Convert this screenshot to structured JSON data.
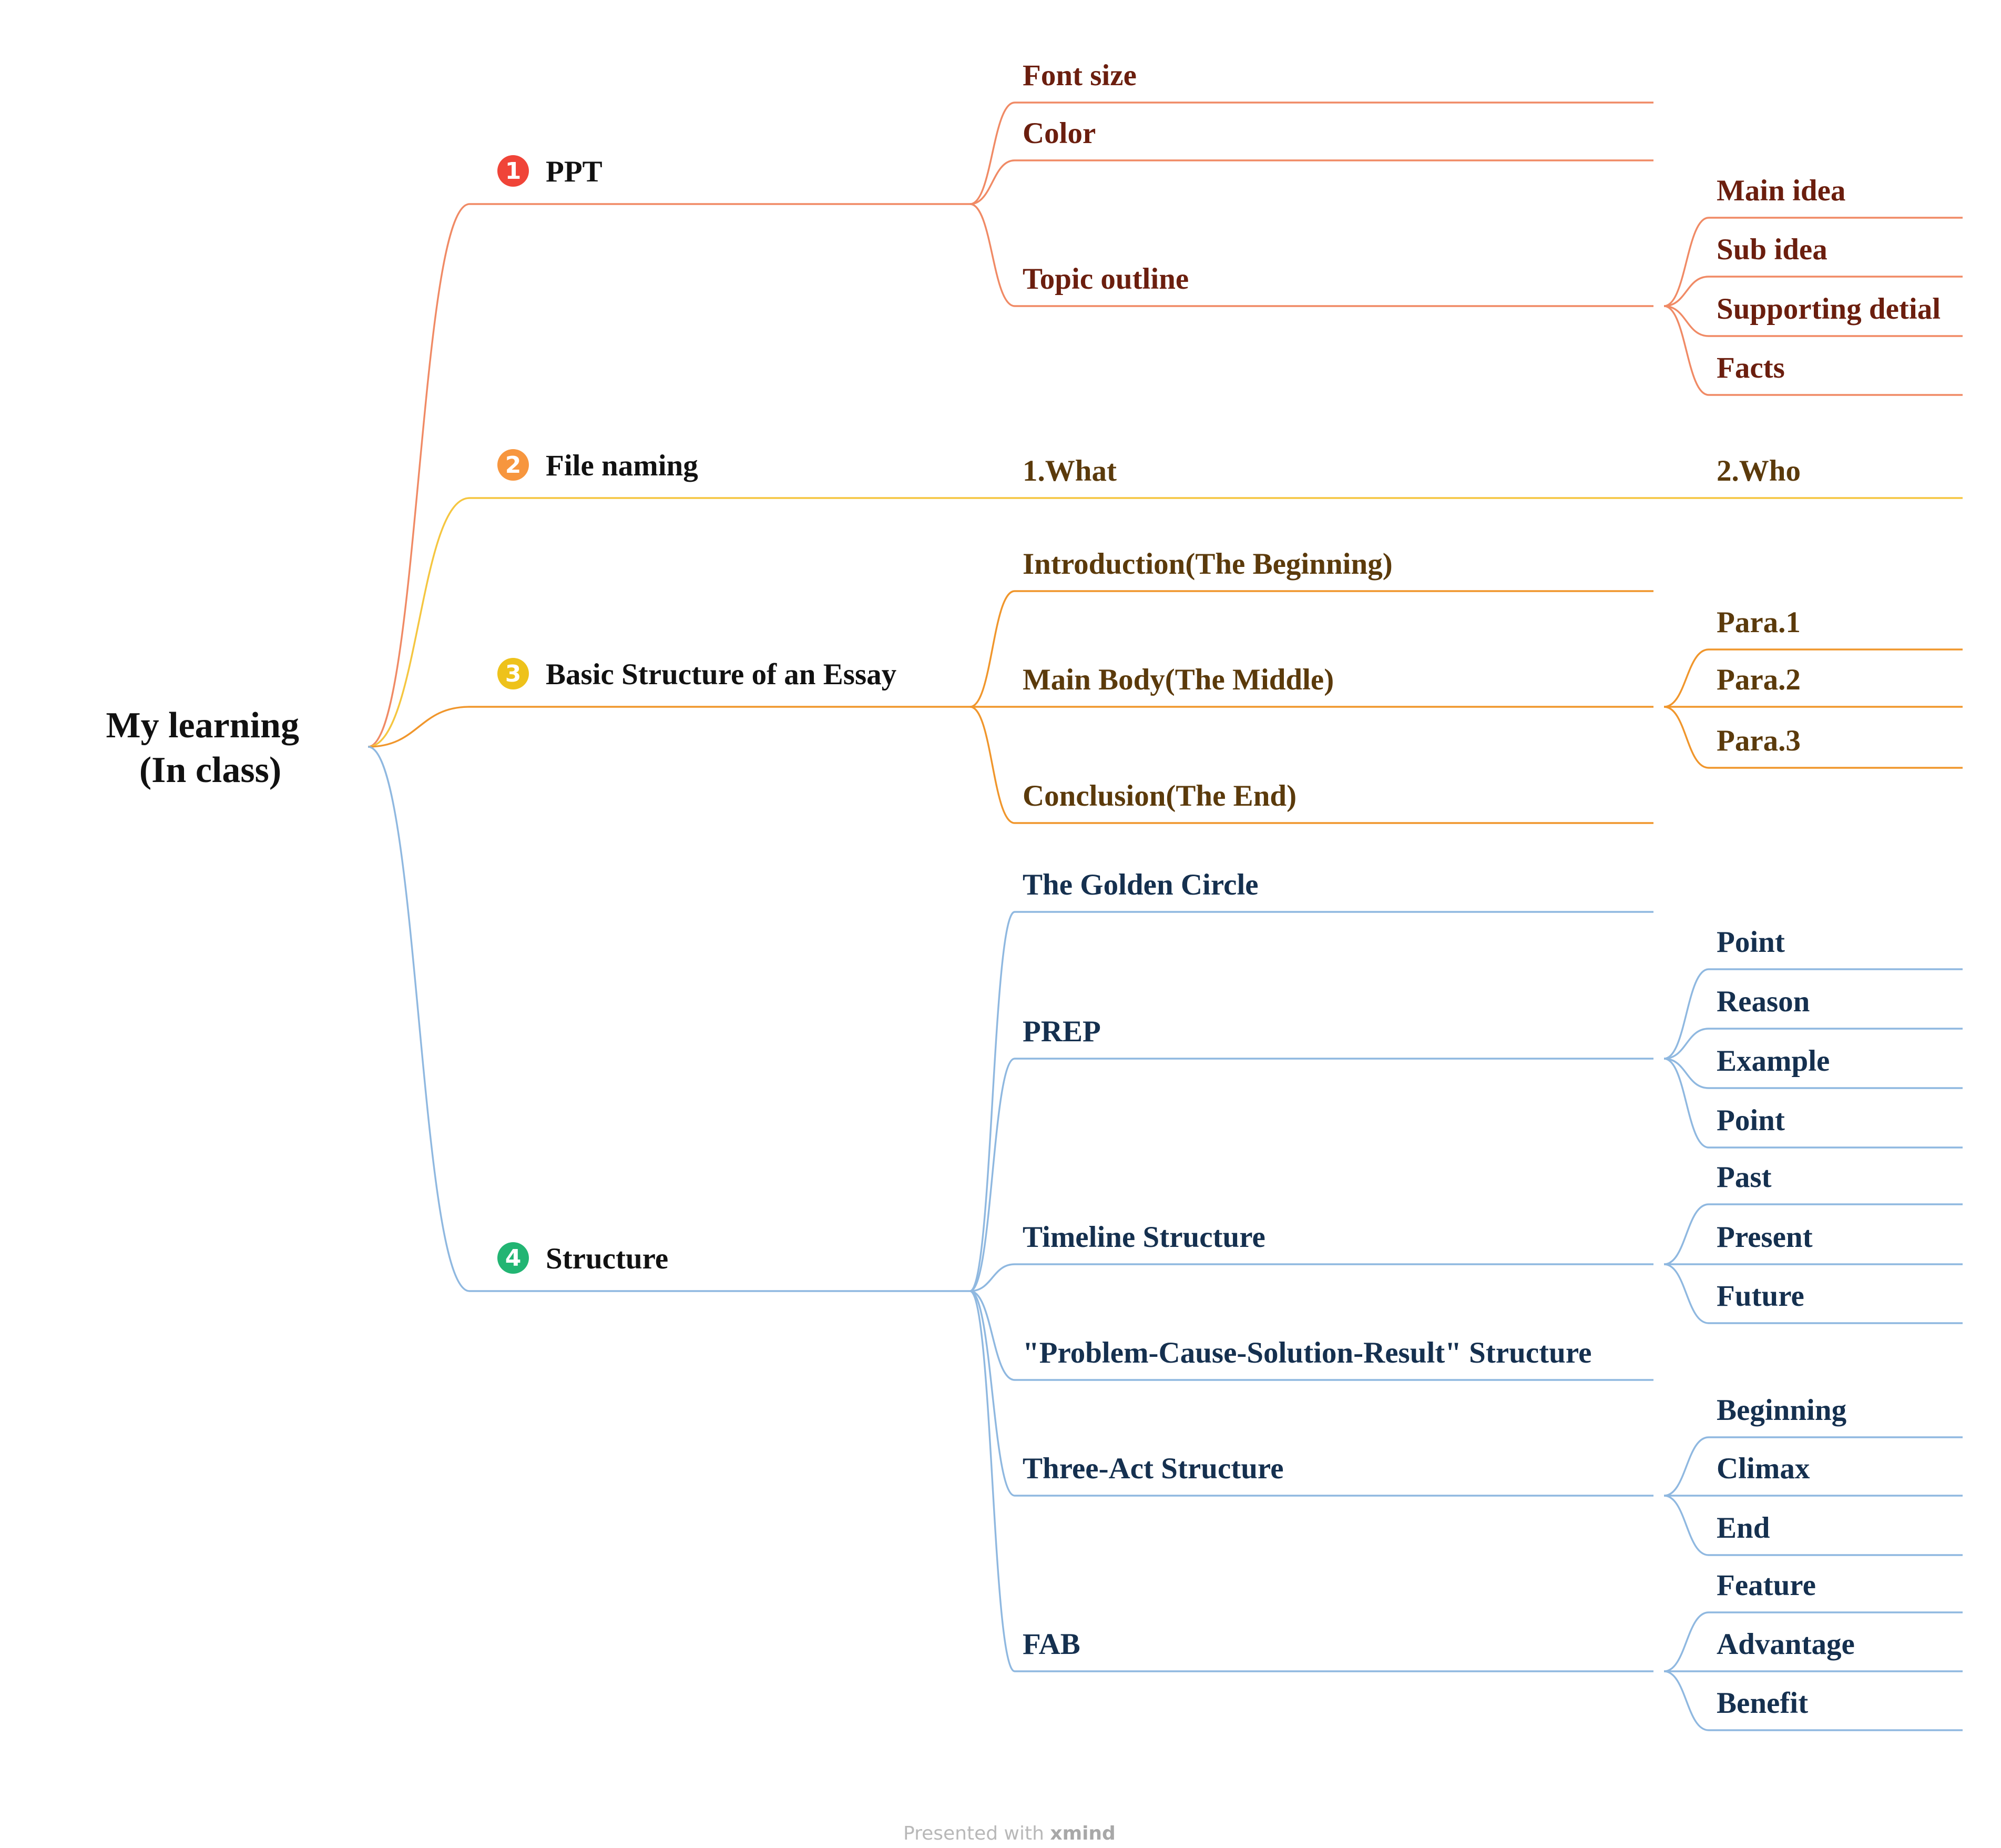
{
  "root": {
    "lines": [
      "My learning",
      "(In class)"
    ]
  },
  "branches": [
    {
      "number": "1",
      "badge_color": "#F04438",
      "label": "PPT",
      "line_color": "#F08A65",
      "text_color": "#6B1E0E",
      "children": [
        {
          "label": "Font size",
          "children": []
        },
        {
          "label": "Color",
          "children": []
        },
        {
          "label": "Topic outline",
          "children": [
            "Main idea",
            "Sub idea",
            "Supporting detial",
            "Facts"
          ]
        }
      ]
    },
    {
      "number": "2",
      "badge_color": "#F7963E",
      "label": "File naming",
      "line_color": "#F5C640",
      "text_color": "#5B3A0B",
      "children": [
        {
          "label": "1.What",
          "children": [
            "2.Who"
          ]
        }
      ]
    },
    {
      "number": "3",
      "badge_color": "#EEC21B",
      "label": "Basic Structure of an Essay",
      "line_color": "#F0962C",
      "text_color": "#5B3A0B",
      "children": [
        {
          "label": "Introduction(The Beginning)",
          "children": []
        },
        {
          "label": "Main Body(The Middle)",
          "children": [
            "Para.1",
            "Para.2",
            "Para.3"
          ]
        },
        {
          "label": "Conclusion(The End)",
          "children": []
        }
      ]
    },
    {
      "number": "4",
      "badge_color": "#22B573",
      "label": "Structure",
      "line_color": "#8FB8E0",
      "text_color": "#15304F",
      "children": [
        {
          "label": "The Golden Circle",
          "children": []
        },
        {
          "label": "PREP",
          "children": [
            "Point",
            "Reason",
            "Example",
            "Point"
          ]
        },
        {
          "label": "Timeline Structure",
          "children": [
            "Past",
            "Present",
            "Future"
          ]
        },
        {
          "label": "\"Problem-Cause-Solution-Result\" Structure",
          "children": []
        },
        {
          "label": "Three-Act Structure",
          "children": [
            "Beginning",
            "Climax",
            "End"
          ]
        },
        {
          "label": "FAB",
          "children": [
            "Feature",
            "Advantage",
            "Benefit"
          ]
        }
      ]
    }
  ],
  "footer": {
    "prefix": "Presented with ",
    "brand": "xmind"
  }
}
